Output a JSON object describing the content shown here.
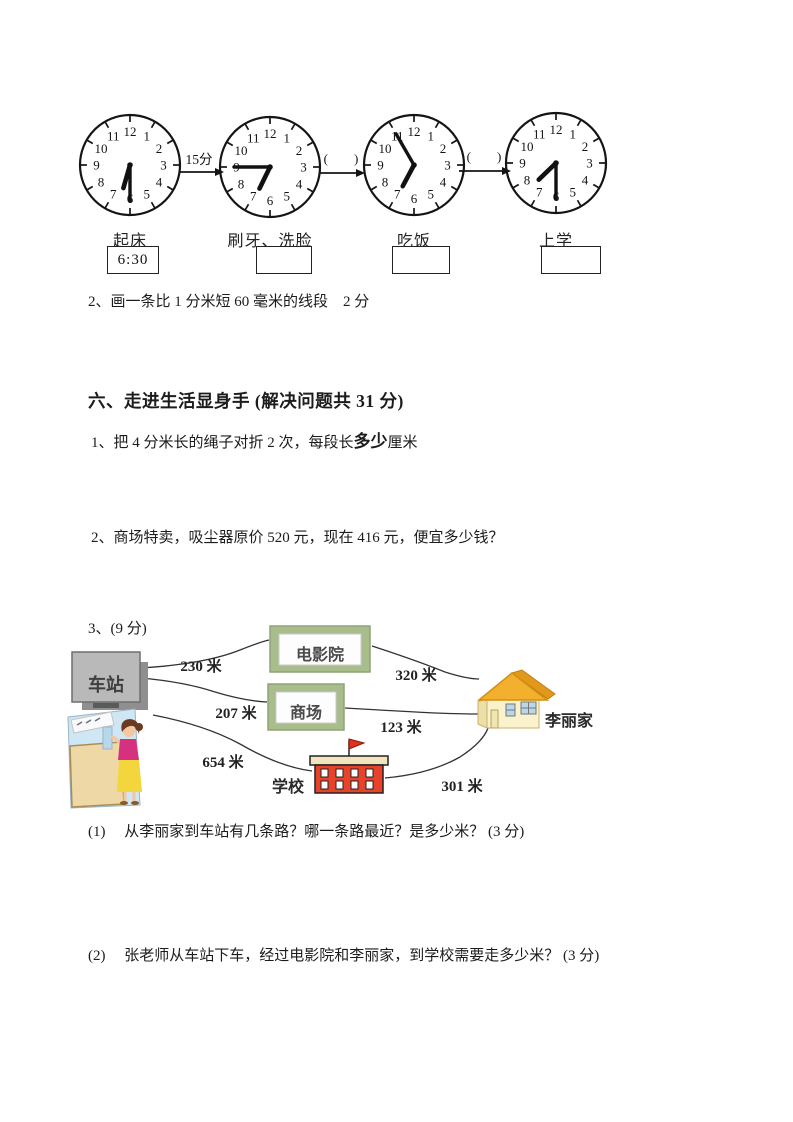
{
  "clock_section": {
    "numerals": [
      12,
      1,
      2,
      3,
      4,
      5,
      6,
      7,
      8,
      9,
      10,
      11
    ],
    "clocks": [
      {
        "label": "起床",
        "answer": "6:30",
        "hour_angle": 196,
        "minute_angle": 180
      },
      {
        "label": "刷牙、洗脸",
        "answer": "",
        "hour_angle": 206,
        "minute_angle": 270
      },
      {
        "label": "吃饭",
        "answer": "",
        "hour_angle": 208,
        "minute_angle": 330
      },
      {
        "label": "上学",
        "answer": "",
        "hour_angle": 226,
        "minute_angle": 180
      }
    ],
    "arrow_labels": [
      "15分",
      "(　　)",
      "(　　)"
    ]
  },
  "questions": {
    "q2_draw": "2、画一条比 1 分米短 60 毫米的线段　2 分",
    "section6_heading": "六、走进生活显身手 (解决问题共 31 分)",
    "q6_1_pre": "1、把 4 分米长的绳子对折 2 次，每段长",
    "q6_1_bold": "多少",
    "q6_1_post": "厘米",
    "q6_2": "2、商场特卖，吸尘器原价 520 元，现在 416 元，便宜多少钱？",
    "q6_3": "3、(9 分)",
    "q6_3_sub1": "(1)　 从李丽家到车站有几条路？哪一条路最近？是多少米？ (3 分)",
    "q6_3_sub2": "(2)　  张老师从车站下车，经过电影院和李丽家，到学校需要走多少米？ (3 分)"
  },
  "map": {
    "station_label": "车站",
    "cinema_label": "电影院",
    "mall_label": "商场",
    "school_label": "学校",
    "home_label": "李丽家",
    "distances": {
      "station_cinema": "230 米",
      "cinema_home": "320 米",
      "station_mall": "207 米",
      "mall_home": "123 米",
      "station_school": "654 米",
      "school_home": "301 米"
    },
    "colors": {
      "frame_green": "#a9bc8c",
      "school_red": "#e8432a",
      "house_roof": "#f3b02f",
      "house_wall": "#faf2cc",
      "station_gray": "#b9b9b9"
    }
  }
}
